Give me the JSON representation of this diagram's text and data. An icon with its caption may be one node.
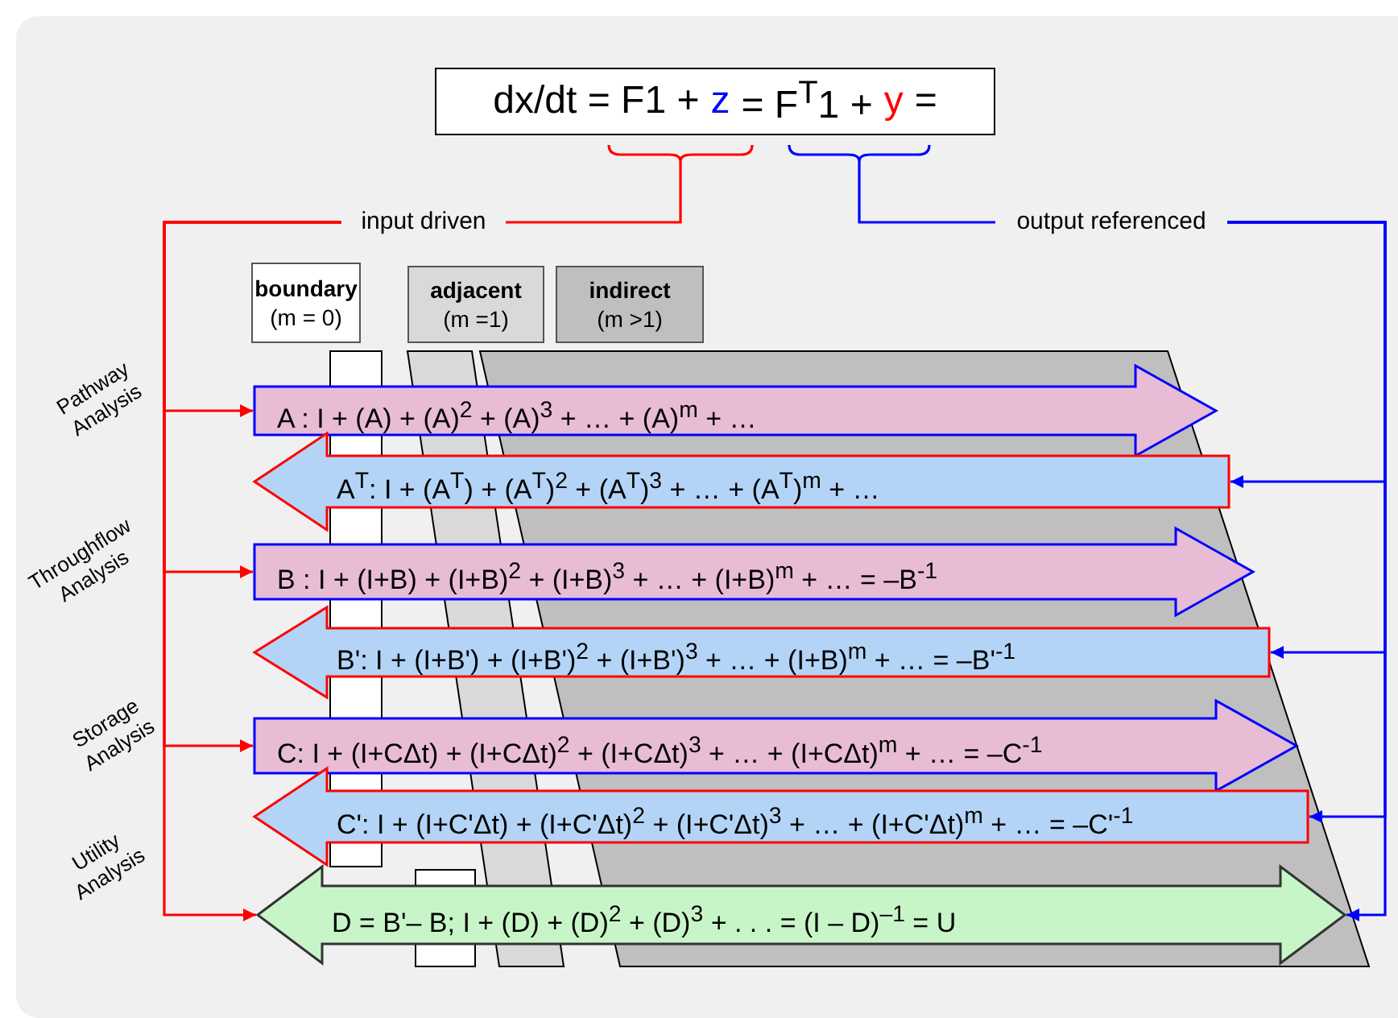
{
  "diagram": {
    "nodes": [
      {
        "text": [
          "dx/dt = F1 +",
          "z",
          "= F$^{T}$1 +",
          "y",
          "="
        ]
      },
      {
        "text": [
          "input driven"
        ]
      },
      {
        "text": [
          "output referenced"
        ]
      },
      {
        "text": [
          "boundary",
          "(m = 0)"
        ]
      },
      {
        "text": [
          "adjacent",
          "(m =1)"
        ]
      },
      {
        "text": [
          "indirect",
          "(m >1)"
        ]
      },
      {
        "text": [
          "A : I + (A) + (A)$^{2}$ + (A)$^{3}$ + … + (A)$^{m}$ + …"
        ]
      },
      {
        "text": [
          "A$^{T}$: I + (A$^{T}$) + (A$^{T}$)$^{2}$ + (A$^{T}$)$^{3}$ + … + (A$^{T}$)$^{m}$ + …"
        ]
      },
      {
        "text": [
          "B : I + (I+B) + (I+B)$^{2}$ + (I+B)$^{3}$ + … + (I+B)$^{m}$ + … = –B$^{-1}$"
        ]
      },
      {
        "text": [
          "B': I + (I+B') + (I+B')$^{2}$ + (I+B')$^{3}$ + … + (I+B)$^{m}$ + … = –B'$^{-1}$"
        ]
      },
      {
        "text": [
          "C: I + (I+CΔt) + (I+CΔt)$^{2}$ + (I+CΔt)$^{3}$ + … + (I+CΔt)$^{m}$ + … = –C$^{-1}$"
        ]
      },
      {
        "text": [
          "C': I + (I+C'Δt) + (I+C'Δt)$^{2}$ + (I+C'Δt)$^{3}$ + … + (I+C'Δt)$^{m}$ + … = –C'$^{-1}$"
        ]
      },
      {
        "text": [
          "D = B'– B; I + (D) + (D)$^{2}$ + (D)$^{3}$ + . . . = (I – D)$^{–1}$ = U"
        ]
      }
    ],
    "edges": [
      {
        "from": 1,
        "to": 0,
        "arrow": "none",
        "color": "#ff0000"
      },
      {
        "from": 2,
        "to": 0,
        "arrow": "none",
        "color": "#0000ff"
      },
      {
        "from": 1,
        "to": 6,
        "arrow": "to",
        "color": "#ff0000"
      },
      {
        "from": 1,
        "to": 8,
        "arrow": "to",
        "color": "#ff0000"
      },
      {
        "from": 1,
        "to": 10,
        "arrow": "to",
        "color": "#ff0000"
      },
      {
        "from": 1,
        "to": 12,
        "arrow": "to",
        "color": "#ff0000"
      },
      {
        "from": 2,
        "to": 7,
        "arrow": "to",
        "color": "#0000ff"
      },
      {
        "from": 2,
        "to": 9,
        "arrow": "to",
        "color": "#0000ff"
      },
      {
        "from": 2,
        "to": 11,
        "arrow": "to",
        "color": "#0000ff"
      },
      {
        "from": 2,
        "to": 12,
        "arrow": "to",
        "color": "#0000ff"
      }
    ],
    "labels": [
      "Pathway Analysis",
      "Throughflow Analysis",
      "Storage Analysis",
      "Utility Analysis"
    ]
  }
}
